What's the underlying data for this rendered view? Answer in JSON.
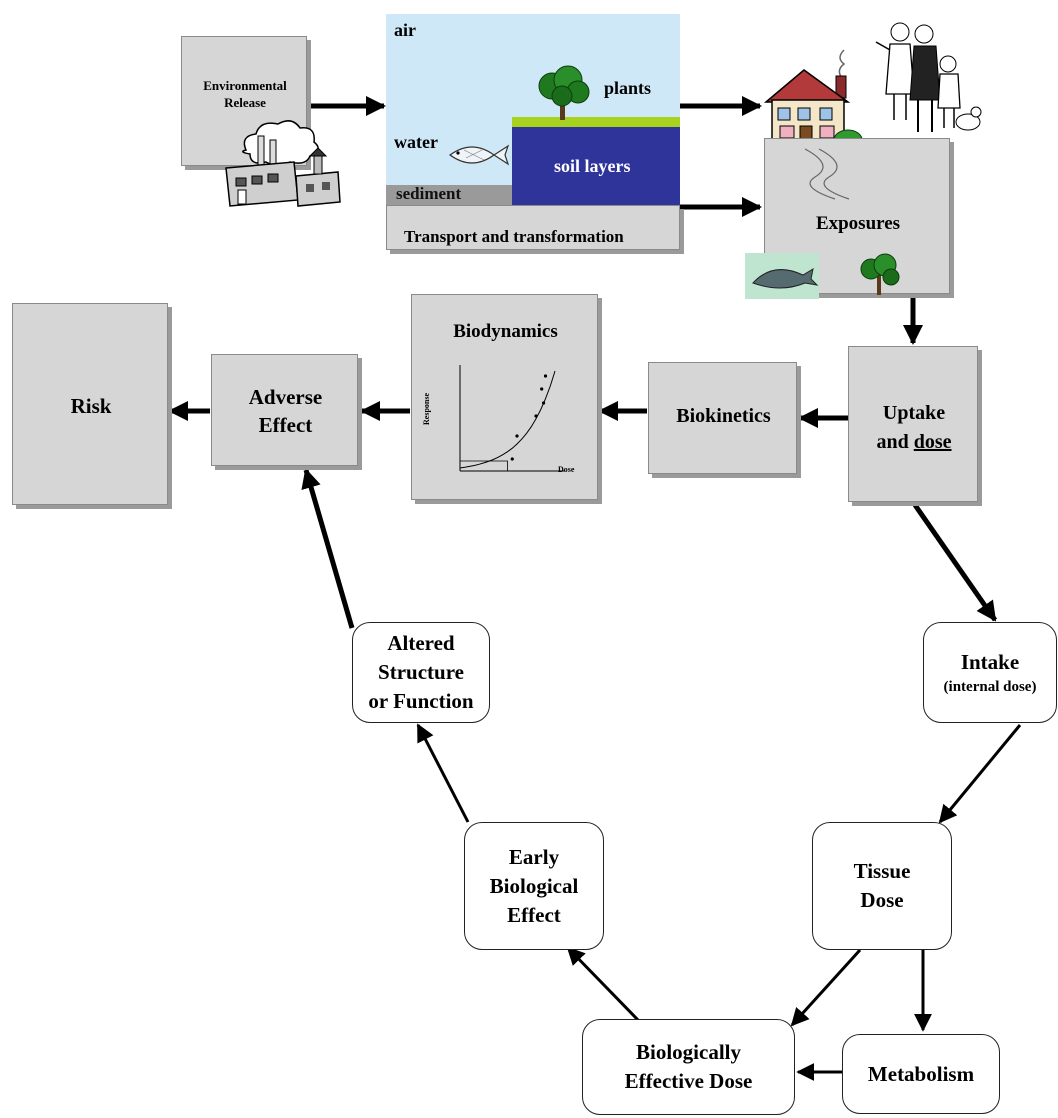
{
  "release": {
    "label": "Environmental\nRelease"
  },
  "environment": {
    "air": "air",
    "plants": "plants",
    "water": "water",
    "soil": "soil layers",
    "sediment": "sediment",
    "transport": "Transport and transformation"
  },
  "exposures": {
    "label": "Exposures"
  },
  "pathway": {
    "risk": "Risk",
    "adverse_effect": "Adverse\nEffect",
    "biodynamics": {
      "title": "Biodynamics",
      "xlabel": "Dose",
      "ylabel": "Response"
    },
    "biokinetics": "Biokinetics",
    "uptake_line1": "Uptake",
    "uptake_and": "and ",
    "uptake_dose": "dose"
  },
  "cycle": {
    "intake": "Intake",
    "intake_sub": "(internal dose)",
    "tissue_dose": "Tissue\nDose",
    "metabolism": "Metabolism",
    "bed": "Biologically\nEffective Dose",
    "early_effect": "Early\nBiological\nEffect",
    "altered": "Altered\nStructure\nor Function"
  },
  "chart_data": {
    "type": "scatter",
    "title": "Biodynamics",
    "xlabel": "Dose",
    "ylabel": "Response",
    "points": [
      [
        0.55,
        0.12
      ],
      [
        0.6,
        0.35
      ],
      [
        0.8,
        0.55
      ],
      [
        0.86,
        0.82
      ],
      [
        0.9,
        0.95
      ],
      [
        0.88,
        0.68
      ]
    ],
    "curve": "exponential"
  }
}
